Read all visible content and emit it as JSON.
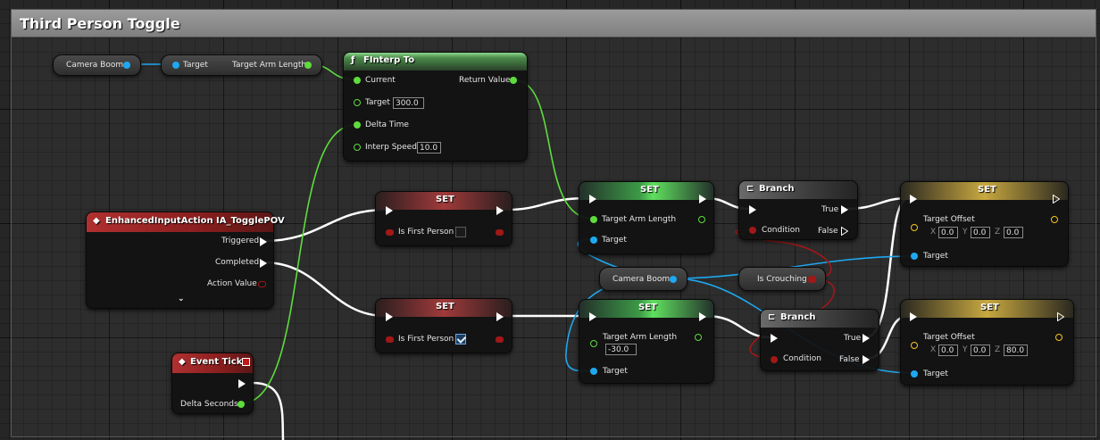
{
  "comment": {
    "title": "Third Person Toggle"
  },
  "nodes": {
    "camera_boom_getter_top": {
      "label": "Camera Boom"
    },
    "target_arm_length_getter": {
      "target_label": "Target",
      "output_label": "Target Arm Length"
    },
    "finterp_to": {
      "title": "FInterp To",
      "current_label": "Current",
      "target_label": "Target",
      "target_value": "300.0",
      "delta_time_label": "Delta Time",
      "interp_speed_label": "Interp Speed",
      "interp_speed_value": "10.0",
      "return_label": "Return Value"
    },
    "input_action": {
      "title": "EnhancedInputAction IA_TogglePOV",
      "triggered_label": "Triggered",
      "completed_label": "Completed",
      "action_value_label": "Action Value"
    },
    "event_tick": {
      "title": "Event Tick",
      "delta_label": "Delta Seconds"
    },
    "set_fp_top": {
      "title": "SET",
      "field_label": "Is First Person",
      "checked": false
    },
    "set_fp_bottom": {
      "title": "SET",
      "field_label": "Is First Person",
      "checked": true
    },
    "set_arm_top": {
      "title": "SET",
      "field_label": "Target Arm Length",
      "target_label": "Target"
    },
    "set_arm_bottom": {
      "title": "SET",
      "field_label": "Target Arm Length",
      "field_value": "-30.0",
      "target_label": "Target"
    },
    "camera_boom_getter_mid": {
      "label": "Camera Boom"
    },
    "is_crouching": {
      "label": "Is Crouching"
    },
    "branch_top": {
      "title": "Branch",
      "condition_label": "Condition",
      "true_label": "True",
      "false_label": "False"
    },
    "branch_bottom": {
      "title": "Branch",
      "condition_label": "Condition",
      "true_label": "True",
      "false_label": "False"
    },
    "set_offset_top": {
      "title": "SET",
      "field_label": "Target Offset",
      "target_label": "Target",
      "x_label": "X",
      "x_value": "0.0",
      "y_label": "Y",
      "y_value": "0.0",
      "z_label": "Z",
      "z_value": "0.0"
    },
    "set_offset_bottom": {
      "title": "SET",
      "field_label": "Target Offset",
      "target_label": "Target",
      "x_label": "X",
      "x_value": "0.0",
      "y_label": "Y",
      "y_value": "0.0",
      "z_label": "Z",
      "z_value": "80.0"
    }
  },
  "colors": {
    "exec": "#ffffff",
    "float": "#5edc3c",
    "object": "#1ea8f0",
    "bool": "#a01818",
    "vector": "#f4c41e"
  }
}
